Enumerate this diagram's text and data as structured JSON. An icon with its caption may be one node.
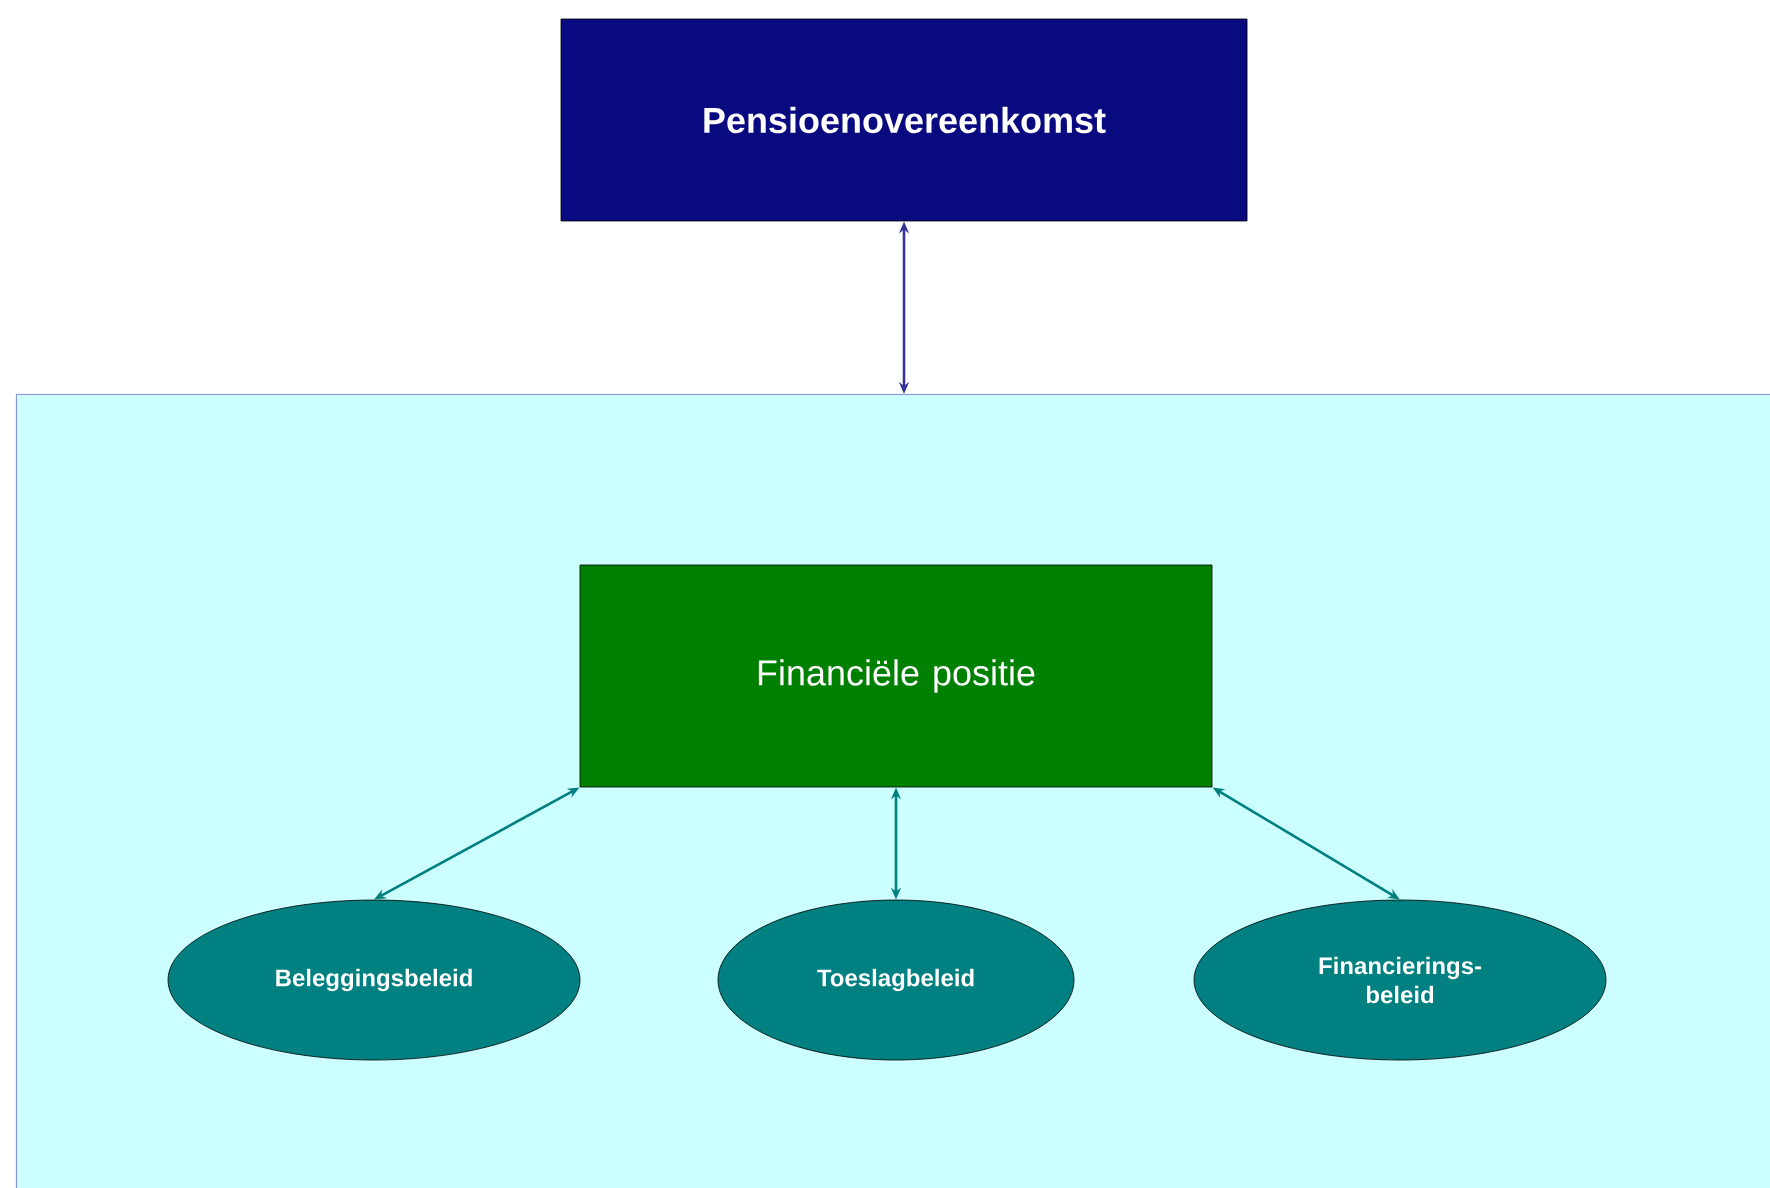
{
  "diagram": {
    "nodes": [
      {
        "text": [
          "Pensioenovereenkomst"
        ]
      },
      {
        "text": [],
        "shape": "box"
      },
      {
        "text": [
          "Financiële positie"
        ],
        "in": 1
      },
      {
        "text": [
          "Beleggingsbeleid"
        ],
        "in": 1
      },
      {
        "text": [
          "Toeslagbeleid"
        ],
        "in": 1
      },
      {
        "text": [
          "Financierings-beleid"
        ],
        "in": 1
      }
    ],
    "edges": [
      {
        "from": 0,
        "to": 1,
        "arrow": "both",
        "color": "#333399"
      },
      {
        "from": 2,
        "to": 3,
        "arrow": "both"
      },
      {
        "from": 2,
        "to": 4,
        "arrow": "both"
      },
      {
        "from": 2,
        "to": 5,
        "arrow": "both"
      }
    ]
  }
}
